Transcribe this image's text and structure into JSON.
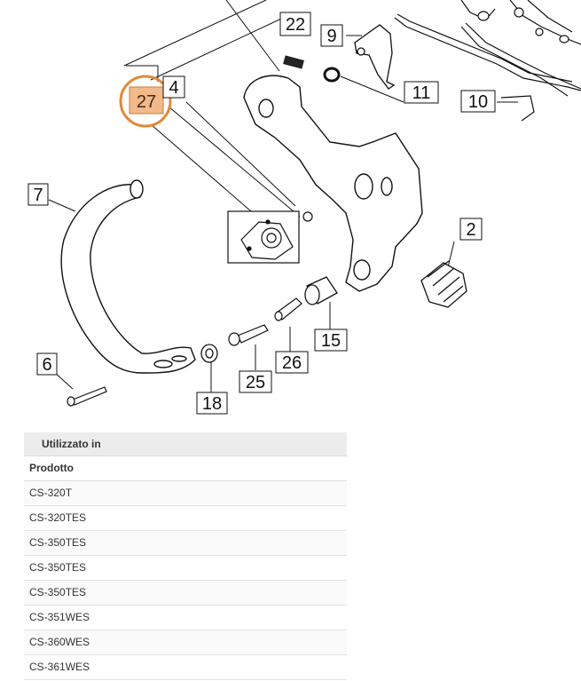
{
  "diagram": {
    "labels": {
      "p22": "22",
      "p9": "9",
      "p11": "11",
      "p10": "10",
      "p27": "27",
      "p4": "4",
      "p7": "7",
      "p2": "2",
      "p15": "15",
      "p26": "26",
      "p25": "25",
      "p6": "6",
      "p18": "18"
    },
    "highlight_color": "#e0893a"
  },
  "used_in": {
    "title": "Utilizzato in",
    "column_header": "Prodotto",
    "rows": [
      "CS-320T",
      "CS-320TES",
      "CS-350TES",
      "CS-350TES",
      "CS-350TES",
      "CS-351WES",
      "CS-360WES",
      "CS-361WES"
    ]
  }
}
